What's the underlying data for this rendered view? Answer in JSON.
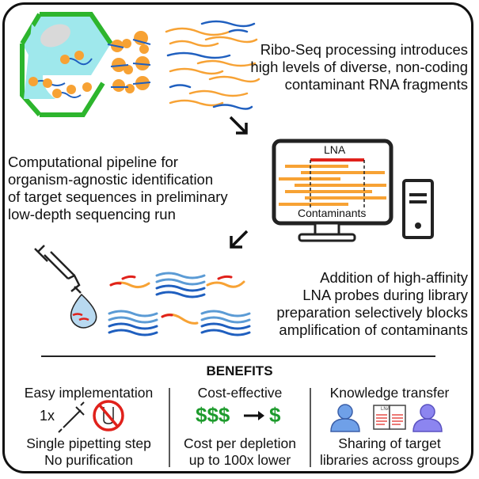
{
  "top_caption": [
    "Ribo-Seq processing introduces",
    "high levels of diverse, non-coding",
    "contaminant RNA fragments"
  ],
  "middle_caption": [
    "Computational pipeline for",
    "organism-agnostic identification",
    "of target sequences in preliminary",
    "low-depth sequencing run"
  ],
  "computer": {
    "lna_label": "LNA",
    "contaminants_label": "Contaminants"
  },
  "bottom_caption": [
    "Addition of high-affinity",
    "LNA probes during library",
    "preparation selectively blocks",
    "amplification of contaminants"
  ],
  "benefits": {
    "title": "BENEFITS",
    "columns": [
      {
        "heading": "Easy implementation",
        "multiplier": "1x",
        "lines": [
          "Single pipetting step",
          "No purification"
        ]
      },
      {
        "heading": "Cost-effective",
        "from_symbol": "$$$",
        "to_symbol": "$",
        "lines": [
          "Cost per depletion",
          "up to 100x lower"
        ]
      },
      {
        "heading": "Knowledge transfer",
        "book_label": "LNA",
        "lines": [
          "Sharing of target",
          "libraries across groups"
        ]
      }
    ]
  },
  "colors": {
    "orange": "#F7A234",
    "blue": "#1F5FBF",
    "light_blue": "#5B9BD5",
    "red": "#E0211B",
    "green": "#2DB52D",
    "cell_fill": "#9FE8EC",
    "person": "#6FA0E8",
    "person2": "#8C85F0",
    "dollar": "#1E9B2D"
  }
}
